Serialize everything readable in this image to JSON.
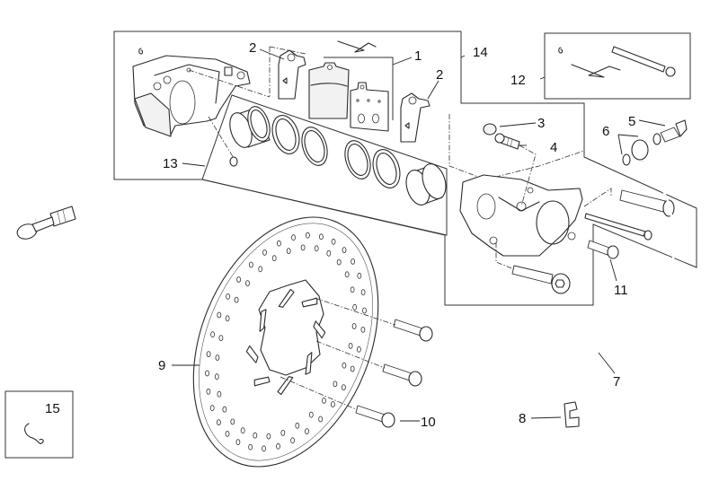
{
  "diagram": {
    "type": "exploded-parts-diagram",
    "subject": "rear brake caliper, disc and hose assembly",
    "colors": {
      "line": "#2a2a2a",
      "background": "#ffffff"
    },
    "callouts": [
      {
        "id": "1",
        "label": "1",
        "part": "brake-pad-set"
      },
      {
        "id": "2a",
        "label": "2",
        "part": "pad-shim-left"
      },
      {
        "id": "2b",
        "label": "2",
        "part": "pad-shim-right"
      },
      {
        "id": "3",
        "label": "3",
        "part": "bleed-valve-cap"
      },
      {
        "id": "4",
        "label": "4",
        "part": "bleed-valve"
      },
      {
        "id": "5",
        "label": "5",
        "part": "banjo-bolt"
      },
      {
        "id": "6",
        "label": "6",
        "part": "sealing-washers"
      },
      {
        "id": "7",
        "label": "7",
        "part": "brake-hose"
      },
      {
        "id": "8",
        "label": "8",
        "part": "hose-clip"
      },
      {
        "id": "9",
        "label": "9",
        "part": "brake-disc"
      },
      {
        "id": "10",
        "label": "10",
        "part": "disc-bolt"
      },
      {
        "id": "11",
        "label": "11",
        "part": "caliper-mounting-bolt"
      },
      {
        "id": "12",
        "label": "12",
        "part": "pad-pin-kit"
      },
      {
        "id": "13",
        "label": "13",
        "part": "piston-seal-kit"
      },
      {
        "id": "14",
        "label": "14",
        "part": "caliper-assembly"
      },
      {
        "id": "15",
        "label": "15",
        "part": "split-pin"
      }
    ]
  }
}
